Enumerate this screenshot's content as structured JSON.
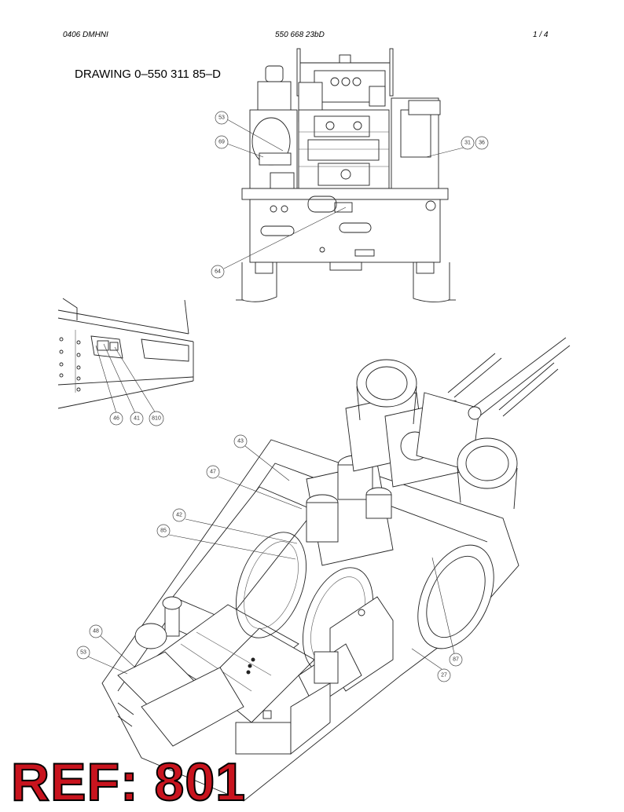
{
  "header": {
    "left": "0406 DMHNI",
    "center": "550 668 23bD",
    "right": "1 /  4"
  },
  "drawing_title": "DRAWING 0–550 311 85–D",
  "ref_label": "REF: 801",
  "callouts": {
    "top_view": [
      "53",
      "69",
      "31",
      "36",
      "64"
    ],
    "detail_view": [
      "46",
      "41",
      "810"
    ],
    "iso_view": [
      "43",
      "47",
      "42",
      "85",
      "48",
      "53",
      "87",
      "27"
    ]
  }
}
